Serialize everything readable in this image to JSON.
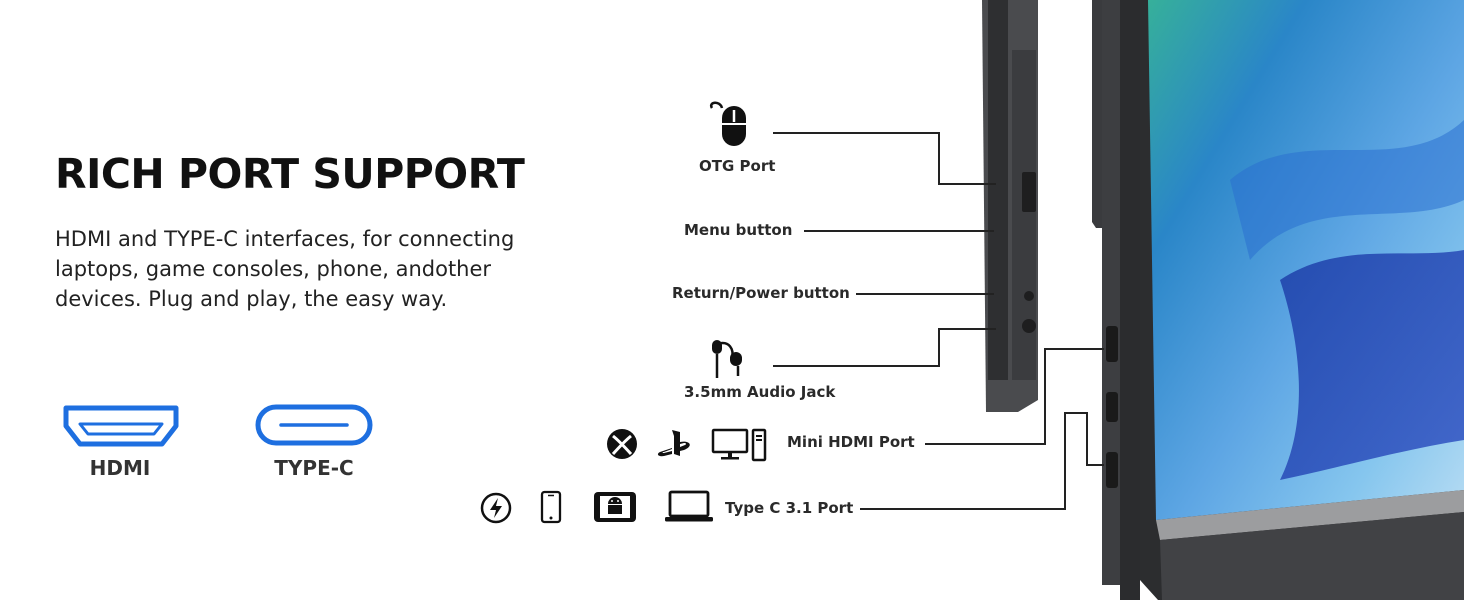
{
  "headline": "RICH PORT SUPPORT",
  "description": "HDMI and TYPE-C interfaces, for connecting laptops, game consoles, phone, andother devices. Plug and play, the easy way.",
  "interfaces": [
    {
      "label": "HDMI",
      "icon": "hdmi-port-icon"
    },
    {
      "label": "TYPE-C",
      "icon": "type-c-port-icon"
    }
  ],
  "callouts": {
    "otg": "OTG Port",
    "menu": "Menu button",
    "return_power": "Return/Power button",
    "audio": "3.5mm Audio Jack",
    "mini_hdmi": "Mini HDMI Port",
    "type_c": "Type C 3.1 Port"
  },
  "icons": [
    "mouse-icon",
    "earphone-icon",
    "xbox-icon",
    "playstation-icon",
    "desktop-pc-icon",
    "charging-icon",
    "phone-icon",
    "android-tablet-icon",
    "laptop-icon"
  ],
  "colors": {
    "accent": "#1e6fe0",
    "text": "#1a1a1a",
    "monitor_frame": "#3a3b3d"
  }
}
